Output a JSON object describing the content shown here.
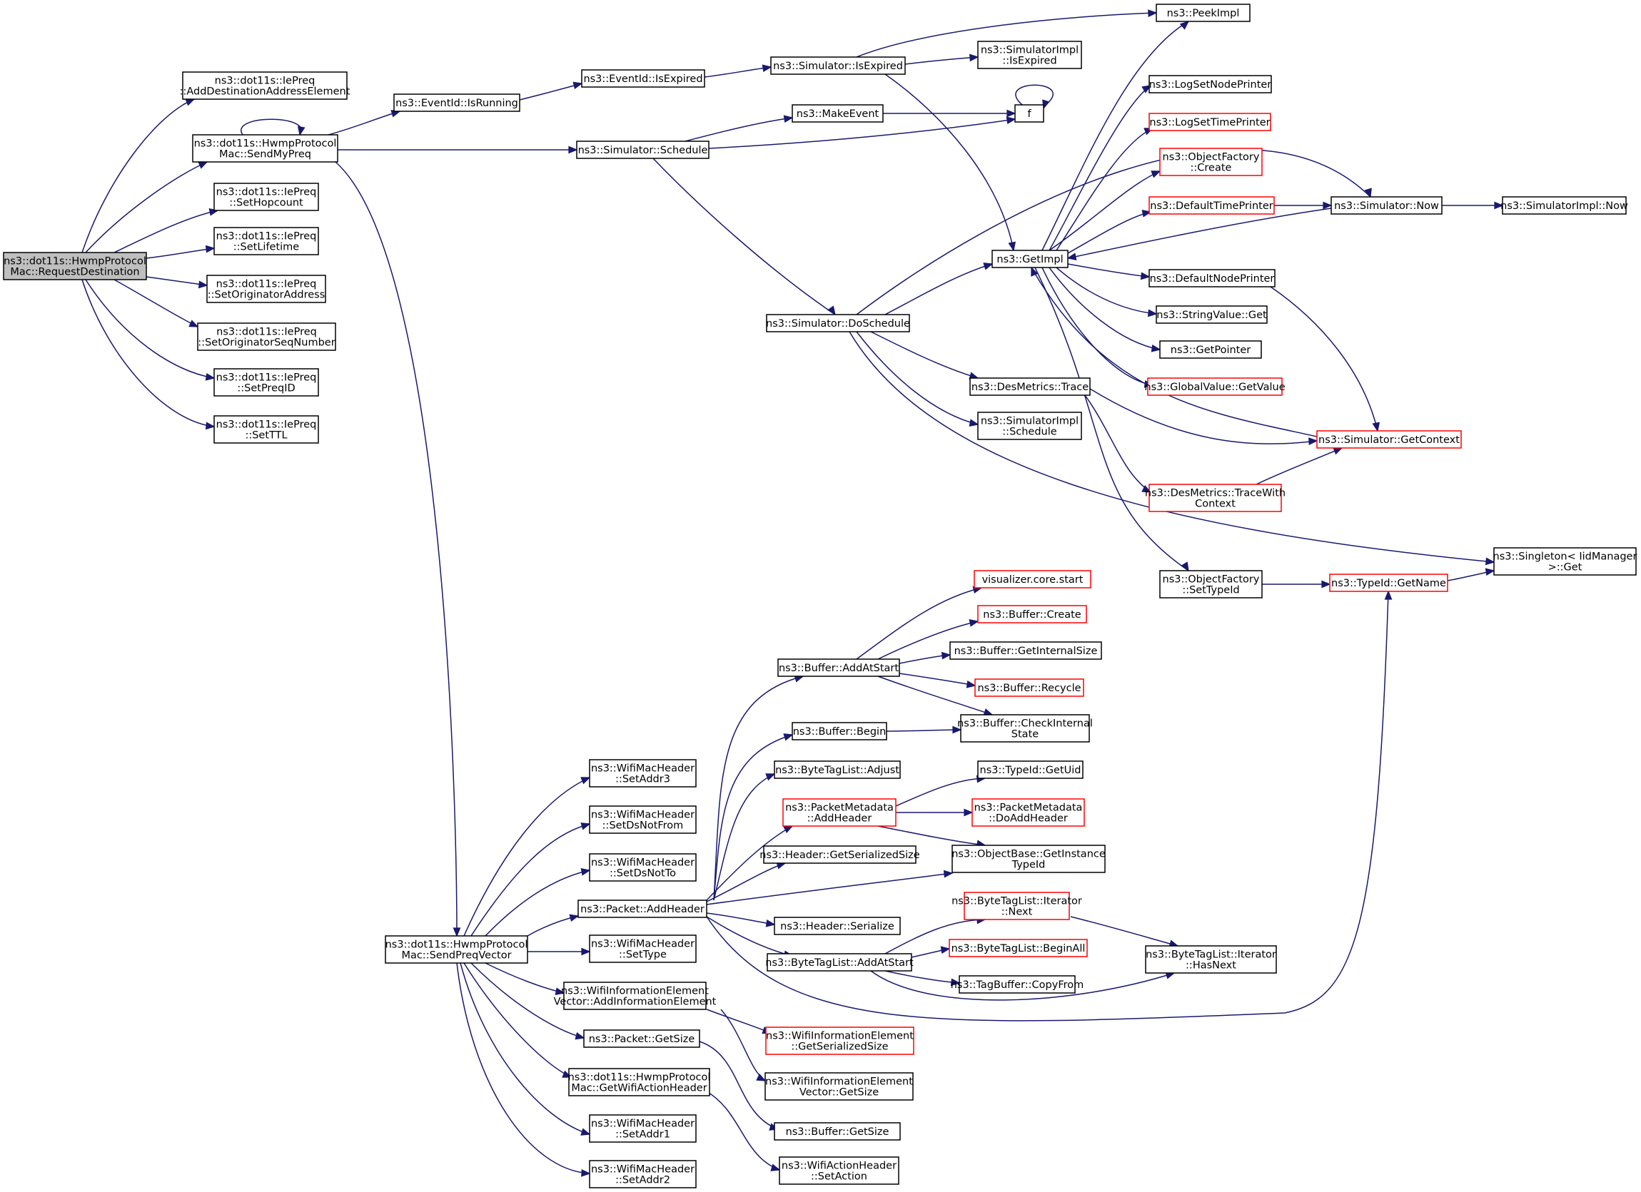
{
  "colors": {
    "edge": "#191970",
    "node_border": "#000000",
    "node_border_truncated": "#ff0000",
    "root_fill": "#bfbfbf",
    "node_fill": "#ffffff"
  },
  "nodes": [
    {
      "id": "root",
      "lines": [
        "ns3::dot11s::HwmpProtocol",
        "Mac::RequestDestination"
      ],
      "style": "root"
    },
    {
      "id": "adddest",
      "lines": [
        "ns3::dot11s::IePreq",
        "::AddDestinationAddressElement"
      ],
      "style": "normal"
    },
    {
      "id": "sendmypreq",
      "lines": [
        "ns3::dot11s::HwmpProtocol",
        "Mac::SendMyPreq"
      ],
      "style": "normal"
    },
    {
      "id": "sethop",
      "lines": [
        "ns3::dot11s::IePreq",
        "::SetHopcount"
      ],
      "style": "normal"
    },
    {
      "id": "setlife",
      "lines": [
        "ns3::dot11s::IePreq",
        "::SetLifetime"
      ],
      "style": "normal"
    },
    {
      "id": "setorig",
      "lines": [
        "ns3::dot11s::IePreq",
        "::SetOriginatorAddress"
      ],
      "style": "normal"
    },
    {
      "id": "setorigseq",
      "lines": [
        "ns3::dot11s::IePreq",
        "::SetOriginatorSeqNumber"
      ],
      "style": "normal"
    },
    {
      "id": "setpreqid",
      "lines": [
        "ns3::dot11s::IePreq",
        "::SetPreqID"
      ],
      "style": "normal"
    },
    {
      "id": "setttl",
      "lines": [
        "ns3::dot11s::IePreq",
        "::SetTTL"
      ],
      "style": "normal"
    },
    {
      "id": "isrunning",
      "lines": [
        "ns3::EventId::IsRunning"
      ],
      "style": "normal"
    },
    {
      "id": "schedule",
      "lines": [
        "ns3::Simulator::Schedule"
      ],
      "style": "normal"
    },
    {
      "id": "sendpreqvector",
      "lines": [
        "ns3::dot11s::HwmpProtocol",
        "Mac::SendPreqVector"
      ],
      "style": "normal"
    },
    {
      "id": "eventisexpired",
      "lines": [
        "ns3::EventId::IsExpired"
      ],
      "style": "normal"
    },
    {
      "id": "simisexpired",
      "lines": [
        "ns3::Simulator::IsExpired"
      ],
      "style": "normal"
    },
    {
      "id": "peekimpl",
      "lines": [
        "ns3::PeekImpl"
      ],
      "style": "normal"
    },
    {
      "id": "implisexpired",
      "lines": [
        "ns3::SimulatorImpl",
        "::IsExpired"
      ],
      "style": "normal"
    },
    {
      "id": "makeevent",
      "lines": [
        "ns3::MakeEvent"
      ],
      "style": "normal"
    },
    {
      "id": "f",
      "lines": [
        "f"
      ],
      "style": "normal"
    },
    {
      "id": "doschedule",
      "lines": [
        "ns3::Simulator::DoSchedule"
      ],
      "style": "normal"
    },
    {
      "id": "getimpl",
      "lines": [
        "ns3::GetImpl"
      ],
      "style": "normal"
    },
    {
      "id": "logsetnode",
      "lines": [
        "ns3::LogSetNodePrinter"
      ],
      "style": "normal"
    },
    {
      "id": "logsettime",
      "lines": [
        "ns3::LogSetTimePrinter"
      ],
      "style": "truncated"
    },
    {
      "id": "ofcreate",
      "lines": [
        "ns3::ObjectFactory",
        "::Create"
      ],
      "style": "truncated"
    },
    {
      "id": "deftime",
      "lines": [
        "ns3::DefaultTimePrinter"
      ],
      "style": "truncated"
    },
    {
      "id": "simnow",
      "lines": [
        "ns3::Simulator::Now"
      ],
      "style": "normal"
    },
    {
      "id": "implnow",
      "lines": [
        "ns3::SimulatorImpl::Now"
      ],
      "style": "normal"
    },
    {
      "id": "defnode",
      "lines": [
        "ns3::DefaultNodePrinter"
      ],
      "style": "normal"
    },
    {
      "id": "svget",
      "lines": [
        "ns3::StringValue::Get"
      ],
      "style": "normal"
    },
    {
      "id": "getpointer",
      "lines": [
        "ns3::GetPointer"
      ],
      "style": "normal"
    },
    {
      "id": "gvgetvalue",
      "lines": [
        "ns3::GlobalValue::GetValue"
      ],
      "style": "truncated"
    },
    {
      "id": "getcontext",
      "lines": [
        "ns3::Simulator::GetContext"
      ],
      "style": "truncated"
    },
    {
      "id": "dmtrace",
      "lines": [
        "ns3::DesMetrics::Trace"
      ],
      "style": "normal"
    },
    {
      "id": "implschedule",
      "lines": [
        "ns3::SimulatorImpl",
        "::Schedule"
      ],
      "style": "normal"
    },
    {
      "id": "dmtracewith",
      "lines": [
        "ns3::DesMetrics::TraceWith",
        "Context"
      ],
      "style": "truncated"
    },
    {
      "id": "singleton",
      "lines": [
        "ns3::Singleton< IidManager",
        ">::Get"
      ],
      "style": "normal"
    },
    {
      "id": "ofsettypeid",
      "lines": [
        "ns3::ObjectFactory",
        "::SetTypeId"
      ],
      "style": "normal"
    },
    {
      "id": "tidgetname",
      "lines": [
        "ns3::TypeId::GetName"
      ],
      "style": "truncated"
    },
    {
      "id": "vizstart",
      "lines": [
        "visualizer.core.start"
      ],
      "style": "truncated"
    },
    {
      "id": "bufcreate",
      "lines": [
        "ns3::Buffer::Create"
      ],
      "style": "truncated"
    },
    {
      "id": "bufaddatstart",
      "lines": [
        "ns3::Buffer::AddAtStart"
      ],
      "style": "normal"
    },
    {
      "id": "bufinternal",
      "lines": [
        "ns3::Buffer::GetInternalSize"
      ],
      "style": "normal"
    },
    {
      "id": "bufrecycle",
      "lines": [
        "ns3::Buffer::Recycle"
      ],
      "style": "truncated"
    },
    {
      "id": "bufbegin",
      "lines": [
        "ns3::Buffer::Begin"
      ],
      "style": "normal"
    },
    {
      "id": "bufcheck",
      "lines": [
        "ns3::Buffer::CheckInternal",
        "State"
      ],
      "style": "normal"
    },
    {
      "id": "btladjust",
      "lines": [
        "ns3::ByteTagList::Adjust"
      ],
      "style": "normal"
    },
    {
      "id": "tidgetuid",
      "lines": [
        "ns3::TypeId::GetUid"
      ],
      "style": "normal"
    },
    {
      "id": "pmaddheader",
      "lines": [
        "ns3::PacketMetadata",
        "::AddHeader"
      ],
      "style": "truncated"
    },
    {
      "id": "pmdoadd",
      "lines": [
        "ns3::PacketMetadata",
        "::DoAddHeader"
      ],
      "style": "truncated"
    },
    {
      "id": "hdrgetsize",
      "lines": [
        "ns3::Header::GetSerializedSize"
      ],
      "style": "normal"
    },
    {
      "id": "obgetinst",
      "lines": [
        "ns3::ObjectBase::GetInstance",
        "TypeId"
      ],
      "style": "normal"
    },
    {
      "id": "wmhaddr3",
      "lines": [
        "ns3::WifiMacHeader",
        "::SetAddr3"
      ],
      "style": "normal"
    },
    {
      "id": "wmhdsnotfrom",
      "lines": [
        "ns3::WifiMacHeader",
        "::SetDsNotFrom"
      ],
      "style": "normal"
    },
    {
      "id": "wmhdsnotto",
      "lines": [
        "ns3::WifiMacHeader",
        "::SetDsNotTo"
      ],
      "style": "normal"
    },
    {
      "id": "pktaddheader",
      "lines": [
        "ns3::Packet::AddHeader"
      ],
      "style": "normal"
    },
    {
      "id": "btliternext",
      "lines": [
        "ns3::ByteTagList::Iterator",
        "::Next"
      ],
      "style": "truncated"
    },
    {
      "id": "hdrserialize",
      "lines": [
        "ns3::Header::Serialize"
      ],
      "style": "normal"
    },
    {
      "id": "btlbeginall",
      "lines": [
        "ns3::ByteTagList::BeginAll"
      ],
      "style": "truncated"
    },
    {
      "id": "btlhasnext",
      "lines": [
        "ns3::ByteTagList::Iterator",
        "::HasNext"
      ],
      "style": "normal"
    },
    {
      "id": "btladdatstart",
      "lines": [
        "ns3::ByteTagList::AddAtStart"
      ],
      "style": "normal"
    },
    {
      "id": "tbcopyfrom",
      "lines": [
        "ns3::TagBuffer::CopyFrom"
      ],
      "style": "normal"
    },
    {
      "id": "wmhsettype",
      "lines": [
        "ns3::WifiMacHeader",
        "::SetType"
      ],
      "style": "normal"
    },
    {
      "id": "wievadd",
      "lines": [
        "ns3::WifiInformationElement",
        "Vector::AddInformationElement"
      ],
      "style": "normal"
    },
    {
      "id": "wiegetser",
      "lines": [
        "ns3::WifiInformationElement",
        "::GetSerializedSize"
      ],
      "style": "truncated"
    },
    {
      "id": "pktgetsize",
      "lines": [
        "ns3::Packet::GetSize"
      ],
      "style": "normal"
    },
    {
      "id": "wievgetsize",
      "lines": [
        "ns3::WifiInformationElement",
        "Vector::GetSize"
      ],
      "style": "normal"
    },
    {
      "id": "getwifiaction",
      "lines": [
        "ns3::dot11s::HwmpProtocol",
        "Mac::GetWifiActionHeader"
      ],
      "style": "normal"
    },
    {
      "id": "bufgetsize",
      "lines": [
        "ns3::Buffer::GetSize"
      ],
      "style": "normal"
    },
    {
      "id": "wmhaddr1",
      "lines": [
        "ns3::WifiMacHeader",
        "::SetAddr1"
      ],
      "style": "normal"
    },
    {
      "id": "wahsetaction",
      "lines": [
        "ns3::WifiActionHeader",
        "::SetAction"
      ],
      "style": "normal"
    },
    {
      "id": "wmhaddr2",
      "lines": [
        "ns3::WifiMacHeader",
        "::SetAddr2"
      ],
      "style": "normal"
    }
  ]
}
